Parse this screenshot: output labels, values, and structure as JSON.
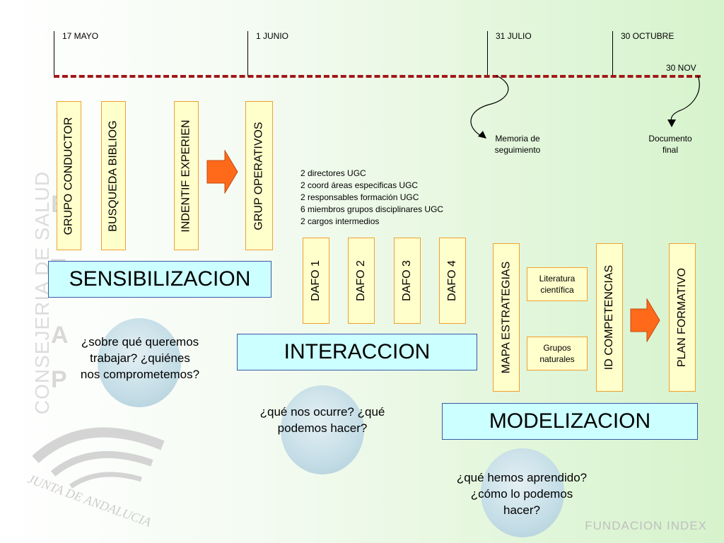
{
  "timeline": {
    "dates": [
      "17 MAYO",
      "1 JUNIO",
      "31 JULIO",
      "30 OCTUBRE",
      "30 NOV"
    ],
    "notes": {
      "memoria": "Memoria de seguimiento",
      "documento": "Documento final"
    }
  },
  "boxes": {
    "grupo_conductor": "GRUPO CONDUCTOR",
    "busqueda_bibliog": "BUSQUEDA BIBLIOG",
    "indentif_experien": "INDENTIF EXPERIEN",
    "grup_operativos": "GRUP OPERATIVOS",
    "dafo": [
      "DAFO 1",
      "DAFO 2",
      "DAFO 3",
      "DAFO 4"
    ],
    "mapa_estrategias": "MAPA ESTRATEGIAS",
    "literatura": "Literatura científica",
    "grupos_naturales": "Grupos naturales",
    "id_competencias": "ID COMPETENCIAS",
    "plan_formativo": "PLAN FORMATIVO"
  },
  "members": [
    "2 directores UGC",
    "2 coord áreas especificas UGC",
    "2 responsables formación UGC",
    "6 miembros grupos disciplinares UGC",
    "2 cargos intermedios"
  ],
  "phases": {
    "sensibilizacion": "SENSIBILIZACION",
    "interaccion": "INTERACCION",
    "modelizacion": "MODELIZACION"
  },
  "questions": {
    "q1": "¿sobre qué queremos trabajar? ¿quiénes nos comprometemos?",
    "q2": "¿qué nos ocurre? ¿qué podemos hacer?",
    "q3": "¿qué hemos aprendido? ¿cómo lo podemos hacer?"
  },
  "watermark": {
    "vertical": "CONSEJERIA DE SALUD",
    "letters": [
      "E",
      "T",
      "A",
      "P"
    ],
    "logo_text": "JUNTA DE ANDALUCIA",
    "footer": "FUNDACION INDEX"
  },
  "colors": {
    "timeline": "#a01818",
    "box_fill": "#ffffcc",
    "box_border": "#f0a030",
    "phase_fill": "#ccffff",
    "arrow": "#ff6a1a"
  }
}
